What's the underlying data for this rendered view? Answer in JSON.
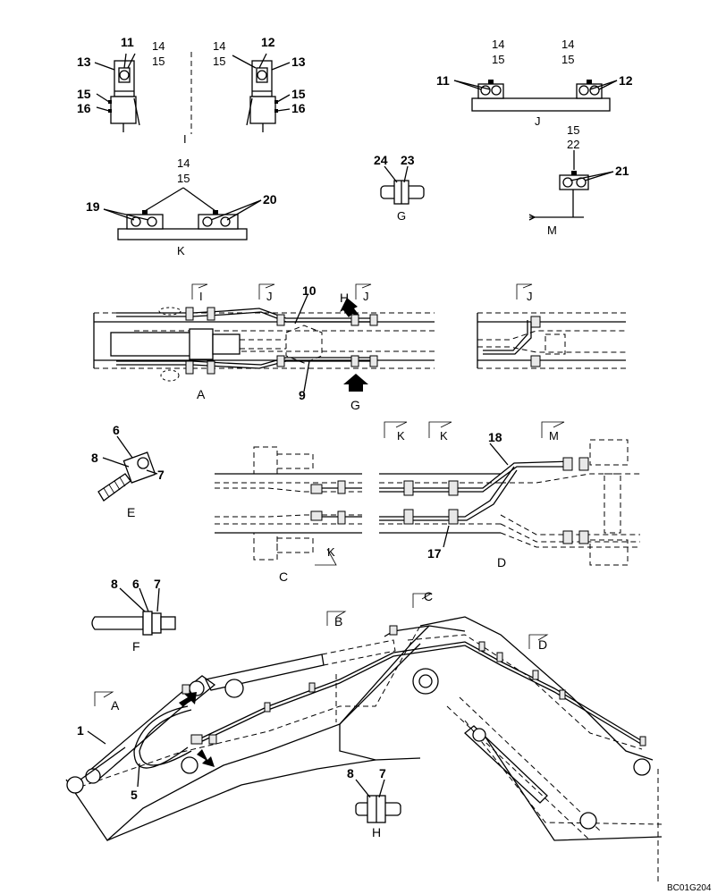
{
  "views": {
    "I": {
      "label": "I",
      "left": {
        "n1": "11",
        "n2": "14",
        "n3": "15",
        "n4": "13",
        "n5": "15",
        "n6": "16"
      },
      "right": {
        "n1": "14",
        "n2": "12",
        "n3": "15",
        "n4": "13",
        "n5": "15",
        "n6": "16"
      }
    },
    "J": {
      "label": "J",
      "n14a": "14",
      "n15a": "15",
      "n14b": "14",
      "n15b": "15",
      "n11": "11",
      "n12": "12"
    },
    "K": {
      "label": "K",
      "n14": "14",
      "n15": "15",
      "n19": "19",
      "n20": "20"
    },
    "G_small": {
      "label": "G",
      "n24": "24",
      "n23": "23"
    },
    "M": {
      "label": "M",
      "n15": "15",
      "n22": "22",
      "n21": "21"
    },
    "A": {
      "label": "A",
      "n10": "10",
      "n9": "9",
      "H": "H",
      "G": "G",
      "sec_I": "I",
      "sec_J1": "J",
      "sec_J2": "J",
      "sec_J3": "J"
    },
    "E": {
      "label": "E",
      "n6": "6",
      "n8": "8",
      "n7": "7"
    },
    "C": {
      "label": "C",
      "sec_K": "K"
    },
    "D": {
      "label": "D",
      "n18": "18",
      "n17": "17",
      "sec_K1": "K",
      "sec_K2": "K",
      "sec_M": "M"
    },
    "F": {
      "label": "F",
      "n8": "8",
      "n6": "6",
      "n7": "7"
    },
    "boom": {
      "n1": "1",
      "n5": "5",
      "A": "A",
      "B": "B",
      "C": "C",
      "D": "D"
    },
    "H": {
      "label": "H",
      "n8": "8",
      "n7": "7"
    }
  },
  "drawing_ref": "BC01G204"
}
